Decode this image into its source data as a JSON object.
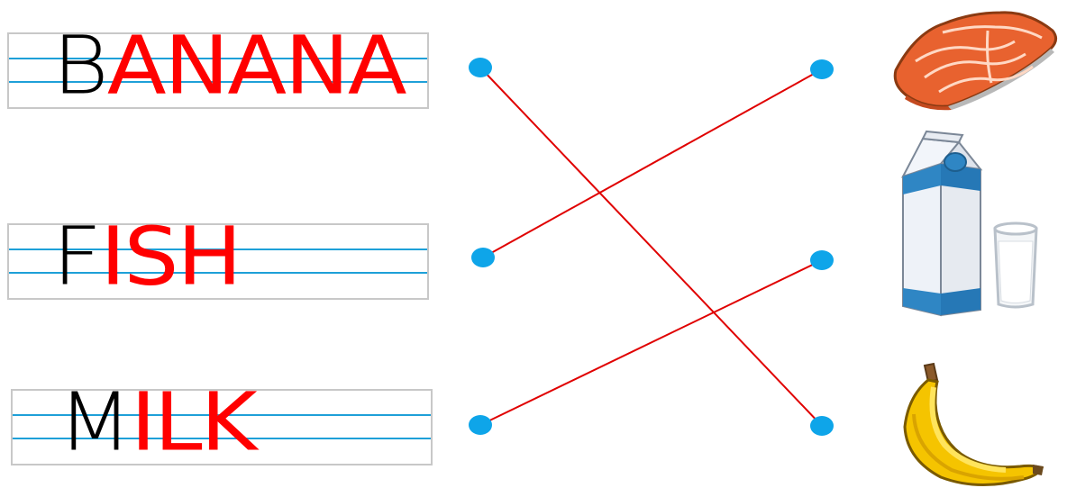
{
  "words": [
    {
      "first": "B",
      "rest": "ANANA"
    },
    {
      "first": "F",
      "rest": "ISH"
    },
    {
      "first": "M",
      "rest": "ILK"
    }
  ],
  "pictures": [
    "salmon-icon",
    "milk-carton-and-glass-icon",
    "banana-icon"
  ],
  "colors": {
    "guide": "#1ea0d8",
    "first_letter": "#000000",
    "rest_letters": "#ff0000",
    "dot": "#0ea5e9",
    "match_line": "#e00000"
  }
}
